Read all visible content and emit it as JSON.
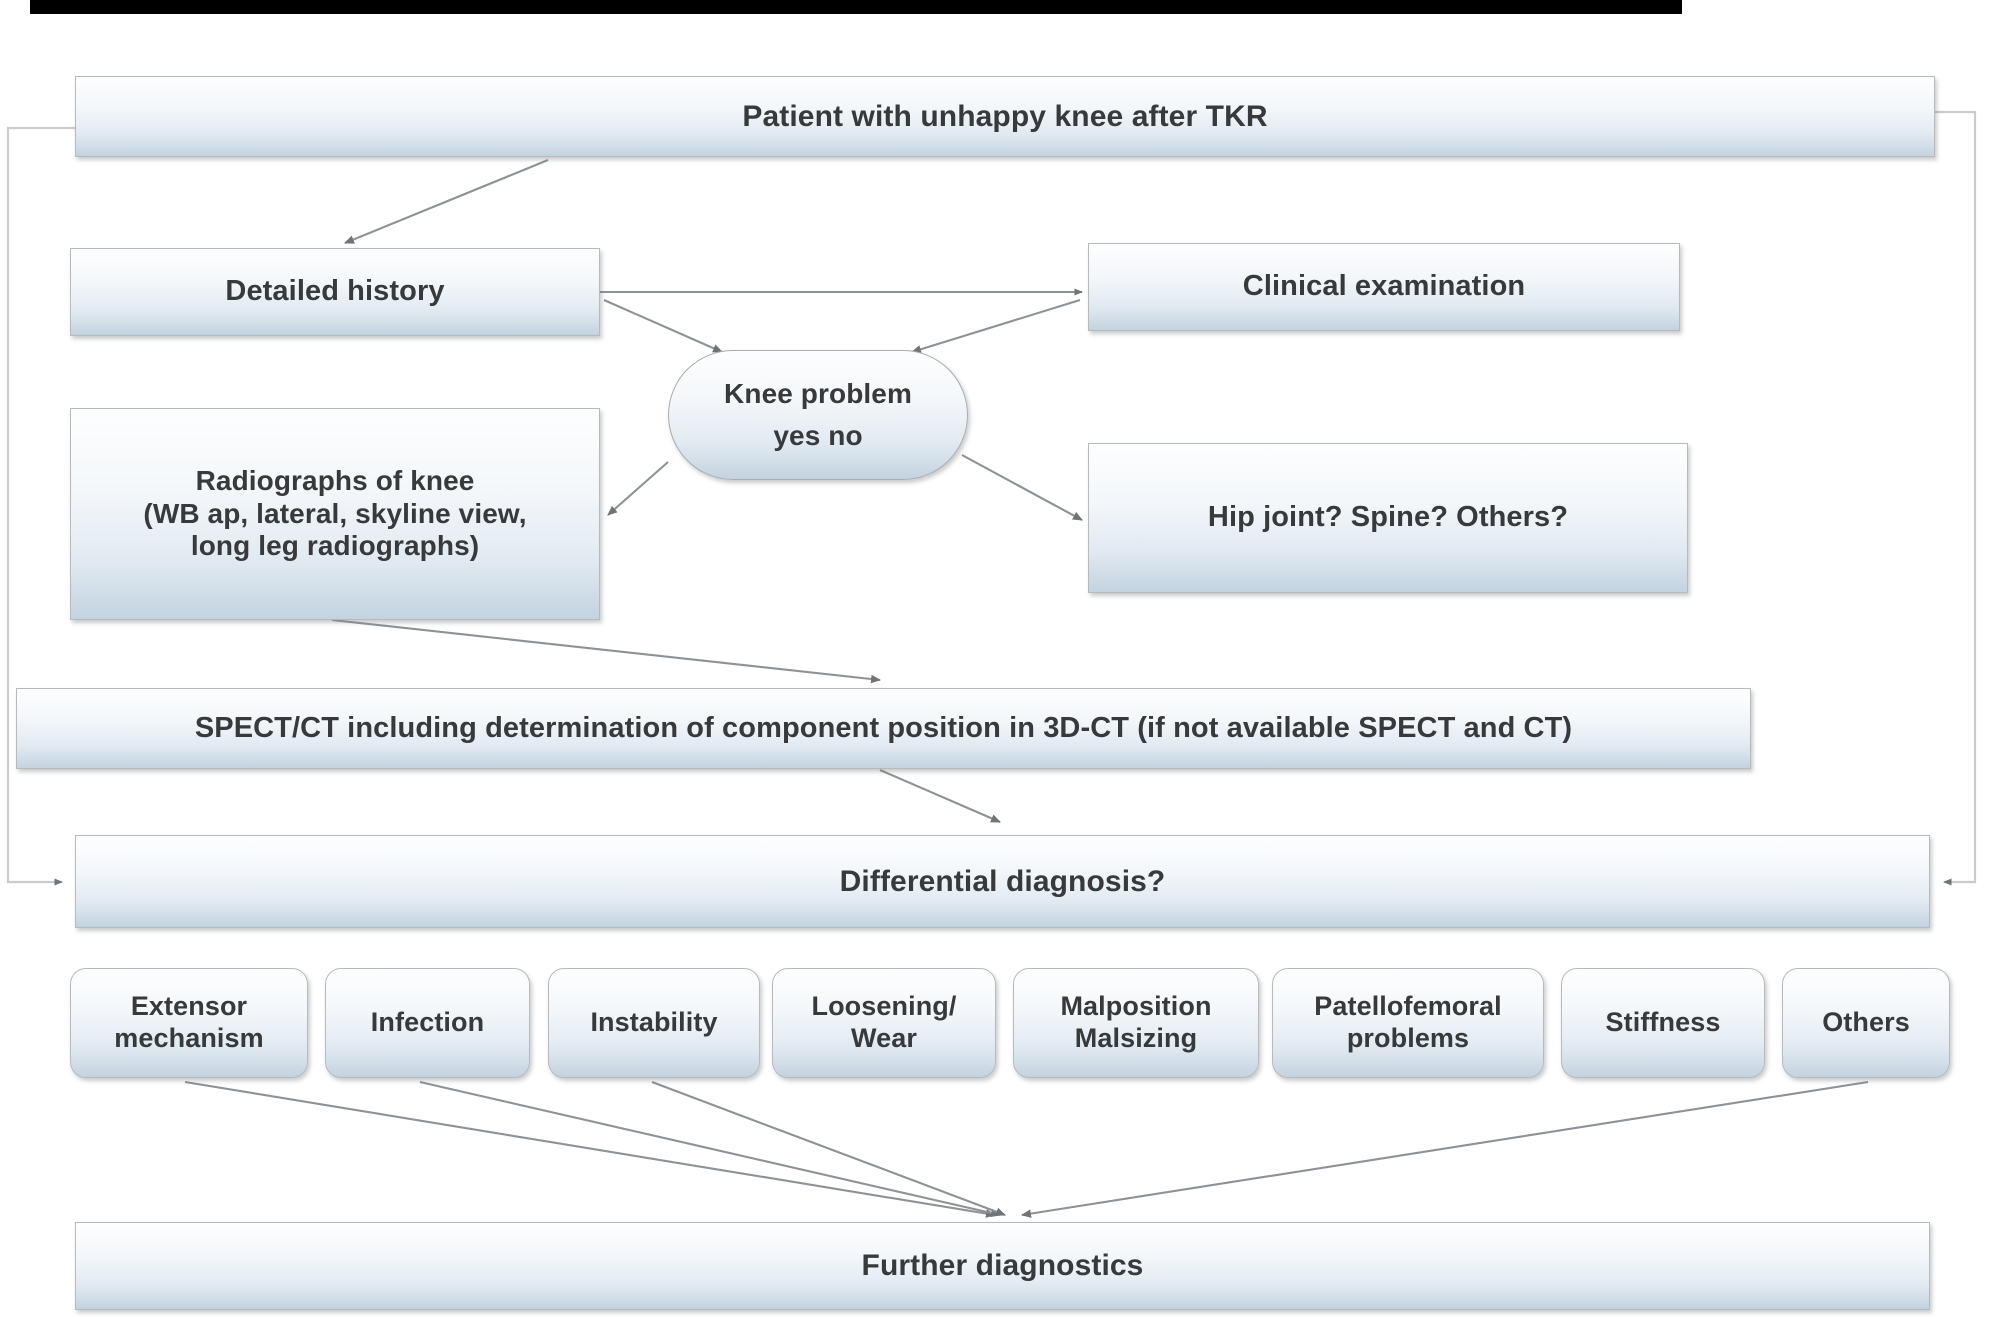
{
  "diagram": {
    "title_node": {
      "label": "Patient with unhappy knee after TKR"
    },
    "nodes": {
      "history": {
        "label": "Detailed history"
      },
      "clinical": {
        "label": "Clinical examination"
      },
      "decision": {
        "label": "Knee problem\nyes            no"
      },
      "radiographs": {
        "label": "Radiographs of knee\n(WB ap, lateral, skyline view,\nlong leg radiographs)"
      },
      "hip": {
        "label": "Hip joint? Spine? Others?"
      },
      "spect": {
        "label": "SPECT/CT including determination of component position in 3D-CT (if not available SPECT and CT)"
      },
      "differential": {
        "label": "Differential diagnosis?"
      },
      "further": {
        "label": "Further diagnostics"
      }
    },
    "differential_options": [
      {
        "label": "Extensor\nmechanism"
      },
      {
        "label": "Infection"
      },
      {
        "label": "Instability"
      },
      {
        "label": "Loosening/\nWear"
      },
      {
        "label": "Malposition\nMalsizing"
      },
      {
        "label": "Patellofemoral\nproblems"
      },
      {
        "label": "Stiffness"
      },
      {
        "label": "Others"
      }
    ],
    "colors": {
      "node_fill_top": "#fdfefe",
      "node_fill_bottom": "#c3d3e0",
      "node_border": "#b7b9bb",
      "text": "#38393b",
      "connector": "#8d9297",
      "routing_line": "#d8d9da",
      "top_bar": "#000000"
    }
  }
}
